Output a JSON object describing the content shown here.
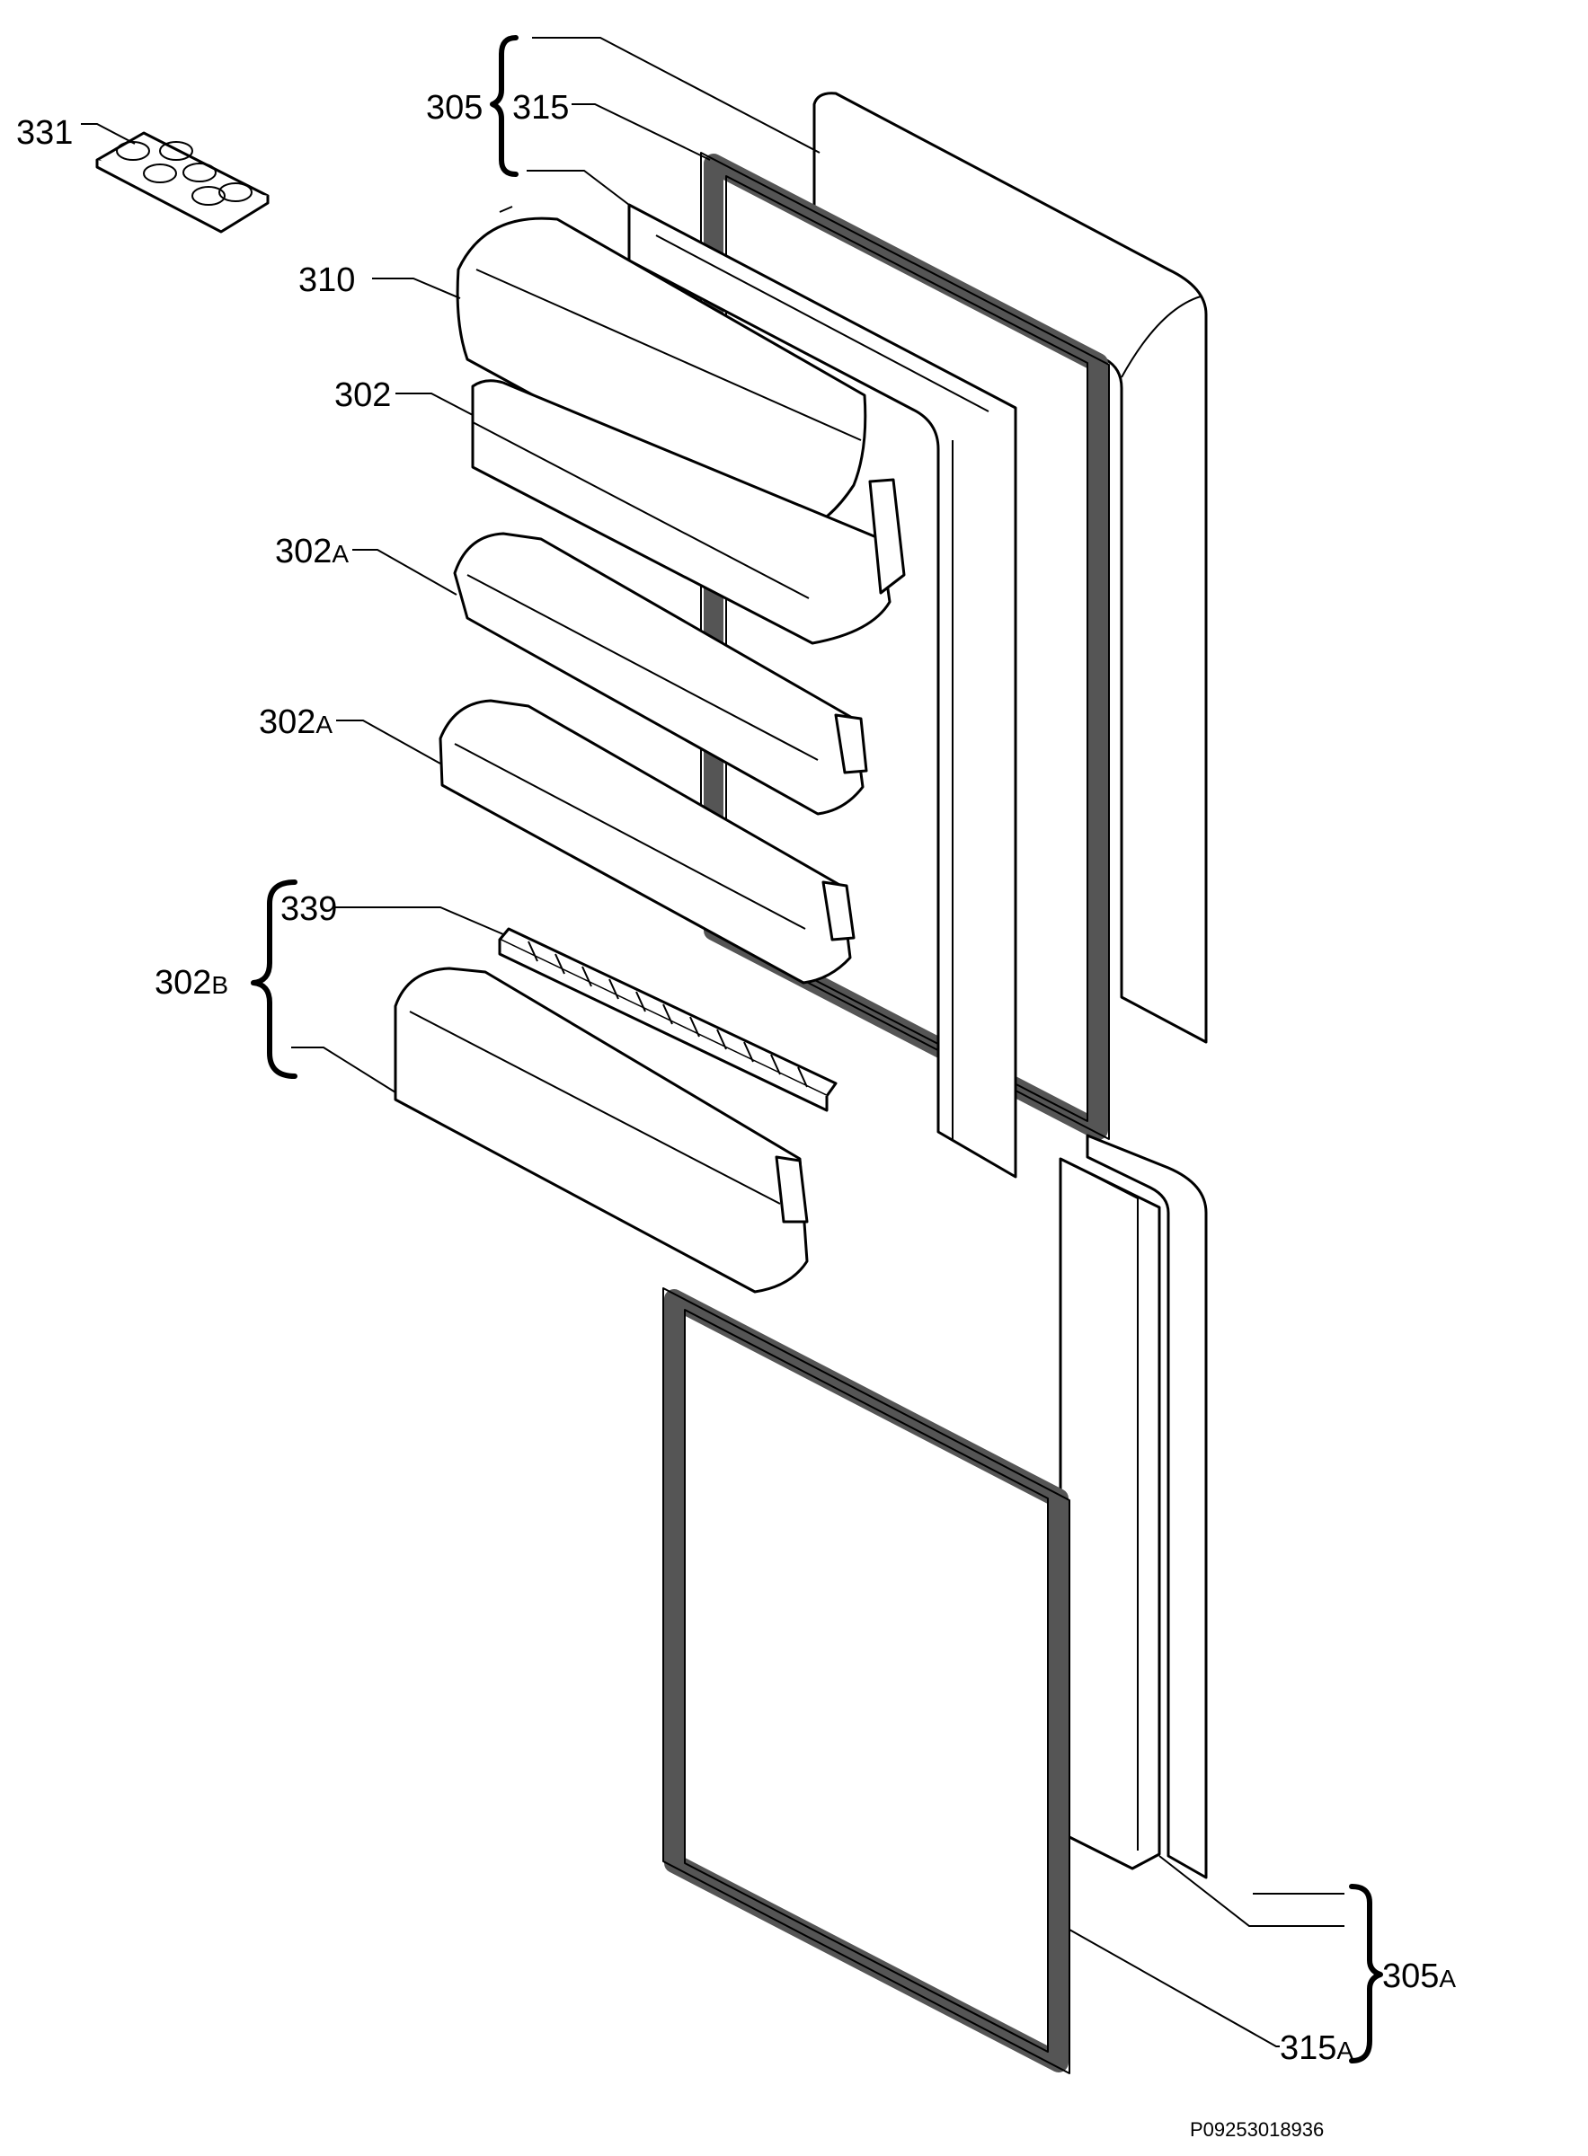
{
  "labels": {
    "p331": "331",
    "p305": "305",
    "p315": "315",
    "p310": "310",
    "p302": "302",
    "p302a_1": "302",
    "p302a_1_suffix": "A",
    "p302a_2": "302",
    "p302a_2_suffix": "A",
    "p339": "339",
    "p302b": "302",
    "p302b_suffix": "B",
    "p305a": "305",
    "p305a_suffix": "A",
    "p315a": "315",
    "p315a_suffix": "A"
  },
  "drawing_code": "P09253018936"
}
